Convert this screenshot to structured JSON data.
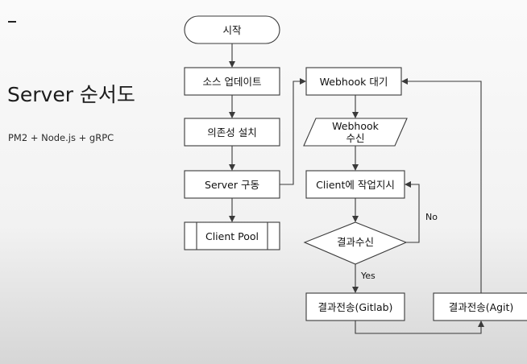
{
  "slide": {
    "title": "Server 순서도",
    "subtitle": "PM2 + Node.js + gRPC"
  },
  "flowchart": {
    "nodes": {
      "start": "시작",
      "source_update": "소스 업데이트",
      "install_deps": "의존성 설치",
      "server_run": "Server 구동",
      "client_pool": "Client Pool",
      "webhook_wait": "Webhook 대기",
      "webhook_recv_line1": "Webhook",
      "webhook_recv_line2": "수신",
      "client_task": "Client에 작업지시",
      "result_recv": "결과수신",
      "send_gitlab": "결과전송(Gitlab)",
      "send_agit": "결과전송(Agit)"
    },
    "edge_labels": {
      "no": "No",
      "yes": "Yes"
    }
  }
}
